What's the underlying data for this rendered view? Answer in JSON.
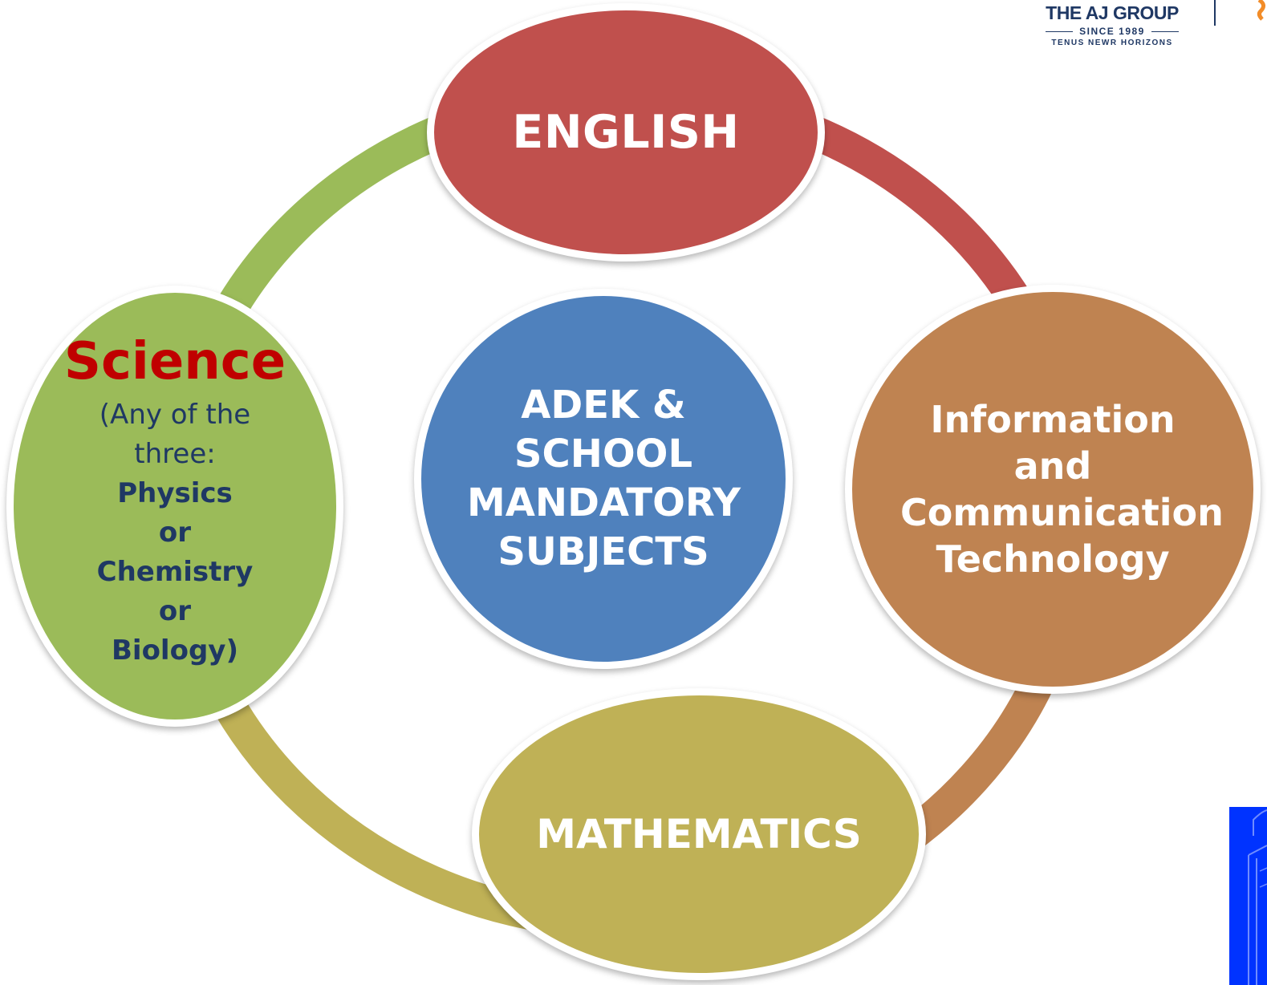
{
  "diagram": {
    "center": {
      "lines": [
        "ADEK &",
        "SCHOOL",
        "MANDATORY",
        "SUBJECTS"
      ]
    },
    "nodes": {
      "english": {
        "label": "ENGLISH"
      },
      "ict": {
        "lines": [
          "Information",
          "and",
          "Communication",
          "Technology"
        ]
      },
      "mathematics": {
        "label": "MATHEMATICS"
      },
      "science": {
        "title": "Science",
        "note_lines": [
          "(Any of the",
          "three:"
        ],
        "options": [
          "Physics",
          "or",
          "Chemistry",
          "or",
          "Biology)"
        ]
      }
    }
  },
  "logo": {
    "name": "THE AJ GROUP",
    "since": "SINCE 1989",
    "tagline": "TENUS NEWR HORIZONS"
  },
  "colors": {
    "english": "#c0504d",
    "center": "#4f81bd",
    "ict": "#bf8351",
    "mathematics": "#bfb156",
    "science": "#9bbb59",
    "science_title": "#c00000",
    "science_text": "#1f3864",
    "corner_block": "#0033ff"
  }
}
